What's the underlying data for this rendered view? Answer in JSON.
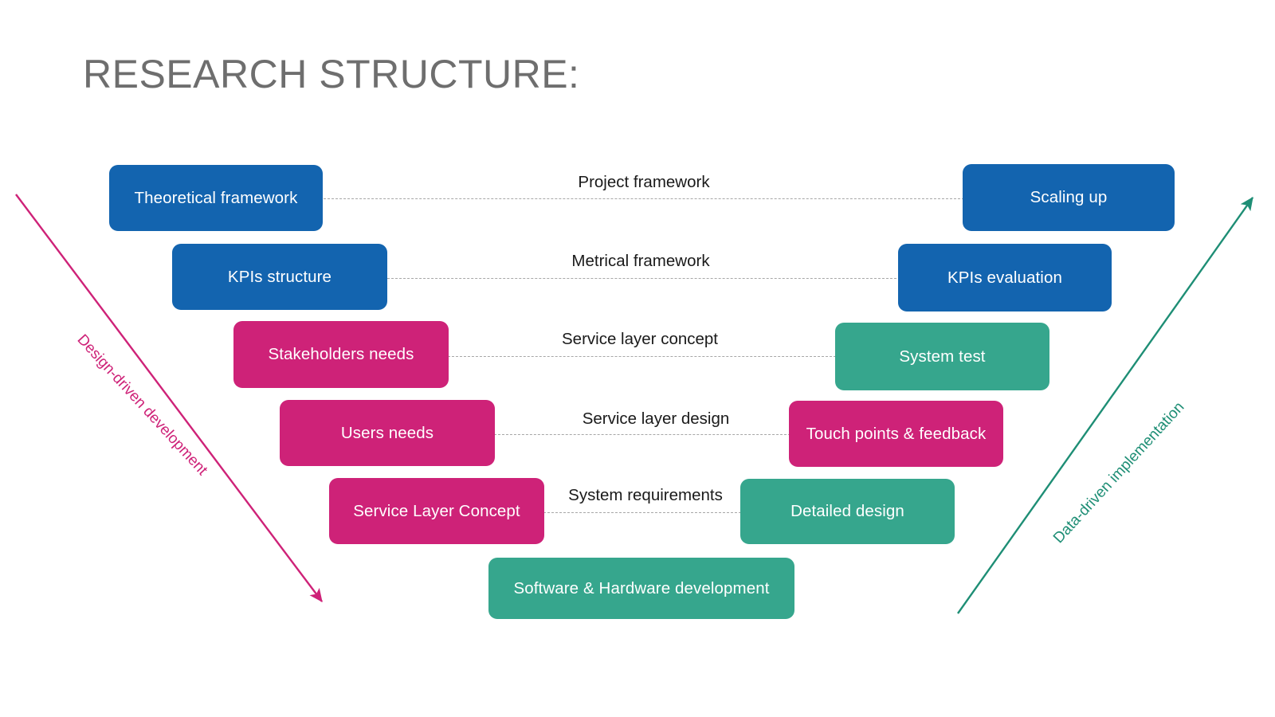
{
  "title": "RESEARCH STRUCTURE:",
  "colors": {
    "blue": "#1364AF",
    "pink": "#CE2278",
    "teal": "#36A68D",
    "title_gray": "#6E6E6E",
    "connector_gray": "#A7A7A7",
    "label_black": "#1A1A1A",
    "background": "#FFFFFF"
  },
  "left_column": [
    {
      "label": "Theoretical framework",
      "color": "blue"
    },
    {
      "label": "KPIs structure",
      "color": "blue"
    },
    {
      "label": "Stakeholders needs",
      "color": "pink"
    },
    {
      "label": "Users needs",
      "color": "pink"
    },
    {
      "label": "Service Layer Concept",
      "color": "pink"
    }
  ],
  "right_column": [
    {
      "label": "Scaling up",
      "color": "blue"
    },
    {
      "label": "KPIs evaluation",
      "color": "blue"
    },
    {
      "label": "System test",
      "color": "teal"
    },
    {
      "label": "Touch points & feedback",
      "color": "pink"
    },
    {
      "label": "Detailed design",
      "color": "teal"
    }
  ],
  "bottom": {
    "label": "Software & Hardware development",
    "color": "teal"
  },
  "connector_labels": [
    "Project framework",
    "Metrical framework",
    "Service layer concept",
    "Service layer design",
    "System requirements"
  ],
  "side_labels": {
    "left": "Design-driven development",
    "right": "Data-driven implementation"
  }
}
